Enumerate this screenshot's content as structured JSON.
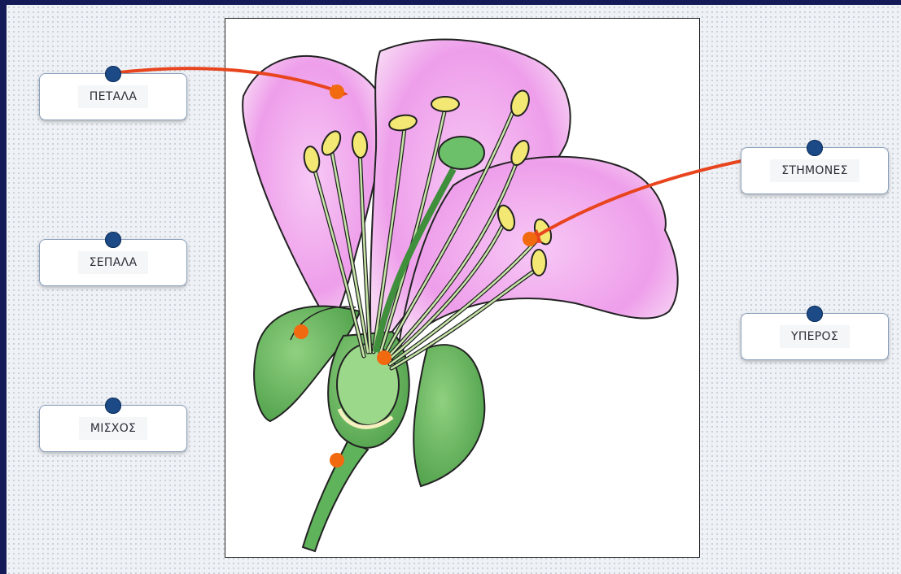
{
  "labels": {
    "petals": "ΠΕΤΑΛΑ",
    "sepals": "ΣΕΠΑΛΑ",
    "stalk": "ΜΙΣΧΟΣ",
    "stamens": "ΣΤΗΜΟΝΕΣ",
    "pistil": "ΥΠΕΡΟΣ"
  },
  "colors": {
    "background": "#141a58",
    "handle": "#1c4a86",
    "connector": "#e8451e",
    "drop_point": "#f26a10",
    "petal": "#f3b6f0",
    "leaf": "#5fb35a",
    "anther": "#f2e873"
  },
  "icons": {
    "handle": "circle-handle",
    "drop_point": "orange-dot"
  }
}
